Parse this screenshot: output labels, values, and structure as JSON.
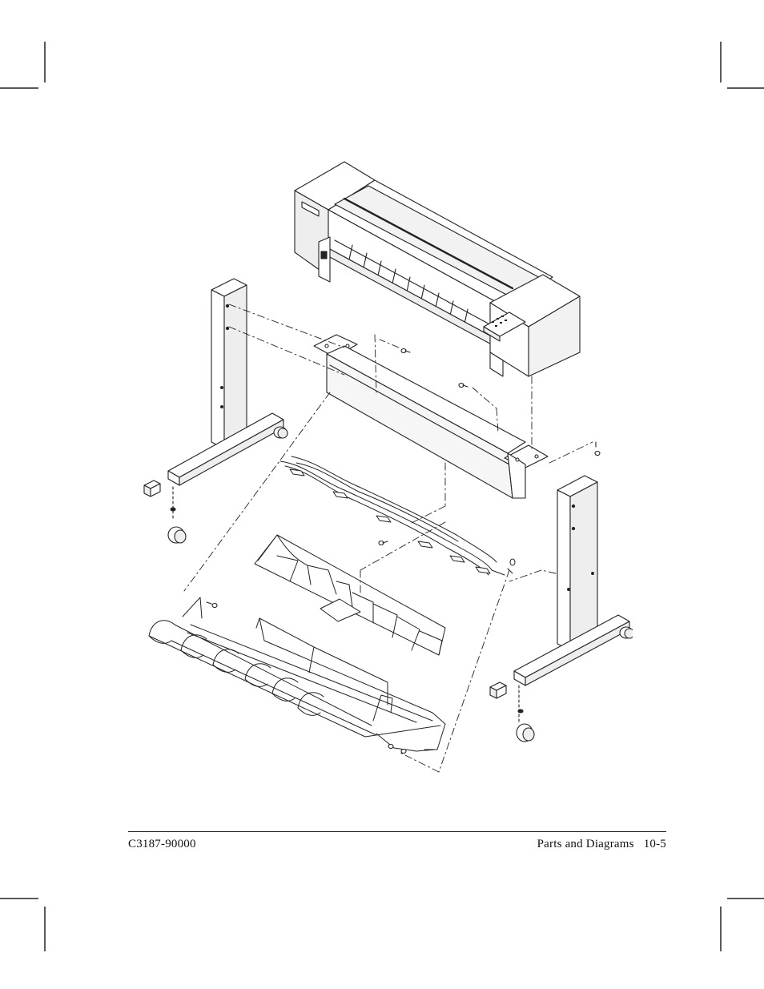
{
  "page": {
    "doc_number": "C3187-90000",
    "section_title": "Parts and Diagrams",
    "page_number": "10-5"
  },
  "figure": {
    "icon": "exploded-stand-assembly-diagram",
    "line_color": "#222222",
    "shade_color": "#e6e6e6"
  }
}
